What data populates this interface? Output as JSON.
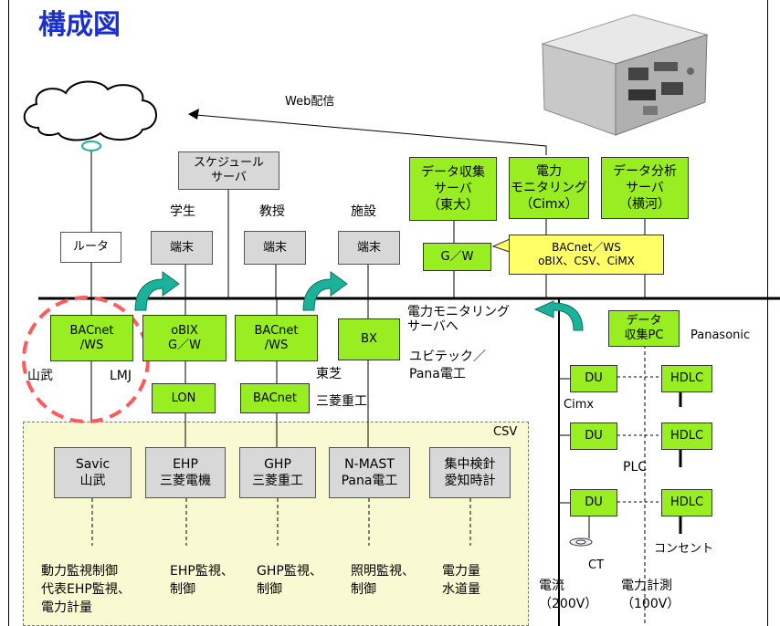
{
  "title": "構成図",
  "web_distribution": "Web配信",
  "router": "ルータ",
  "schedule_server": "スケジュール\nサーバ",
  "user_labels": {
    "student": "学生",
    "professor": "教授",
    "facility": "施設"
  },
  "terminal": "端末",
  "servers": {
    "data_collect": "データ収集\nサーバ\n（東大）",
    "power_monitor": "電力\nモニタリング\n（Cimx）",
    "data_analysis": "データ分析\nサーバ\n（横河）"
  },
  "gateway": "G／W",
  "gateway_note": "BACnet／WS\noBIX、CSV、CiMX",
  "to_power_server": "電力モニタリング\nサーバへ",
  "data_pc": "データ\n収集PC",
  "panasonic": "Panasonic",
  "gateways": {
    "bacnet_ws_1": "BACnet\n/WS",
    "obix": "oBIX\nG／W",
    "bacnet_ws_2": "BACnet\n/WS",
    "bx": "BX"
  },
  "vendor_labels": {
    "yamatake": "山武",
    "lmj": "LMJ",
    "toshiba": "東芝",
    "mitsubishi": "三菱重工",
    "ubitech": "ユビテック／\nPana電工"
  },
  "lon": "LON",
  "bacnet": "BACnet",
  "csv": "CSV",
  "devices": {
    "savic": "Savic\n山武",
    "ehp": "EHP\n三菱電機",
    "ghp": "GHP\n三菱重工",
    "nmast": "N-MAST\nPana電工",
    "meter": "集中検針\n愛知時計"
  },
  "functions": {
    "power_control": "動力監視制御\n代表EHP監視、\n電力計量",
    "ehp_control": "EHP監視、\n制御",
    "ghp_control": "GHP監視、\n制御",
    "light_control": "照明監視、\n制御",
    "power_water": "電力量\n水道量"
  },
  "du": "DU",
  "hdlc": "HDLC",
  "cimx": "Cimx",
  "plc": "PLC",
  "ct": "CT",
  "outlet": "コンセント",
  "current": "電流\n（200V）",
  "power_measure": "電力計測\n（100V）",
  "colors": {
    "title": "#1a2fcc",
    "green_box": "#99ee22",
    "gray_box": "#d8d8d8",
    "csv_area": "#fafad2",
    "arrow": "#1bb29a",
    "dashed_circle": "#ff5a5a",
    "note_bg": "#ffff66"
  }
}
